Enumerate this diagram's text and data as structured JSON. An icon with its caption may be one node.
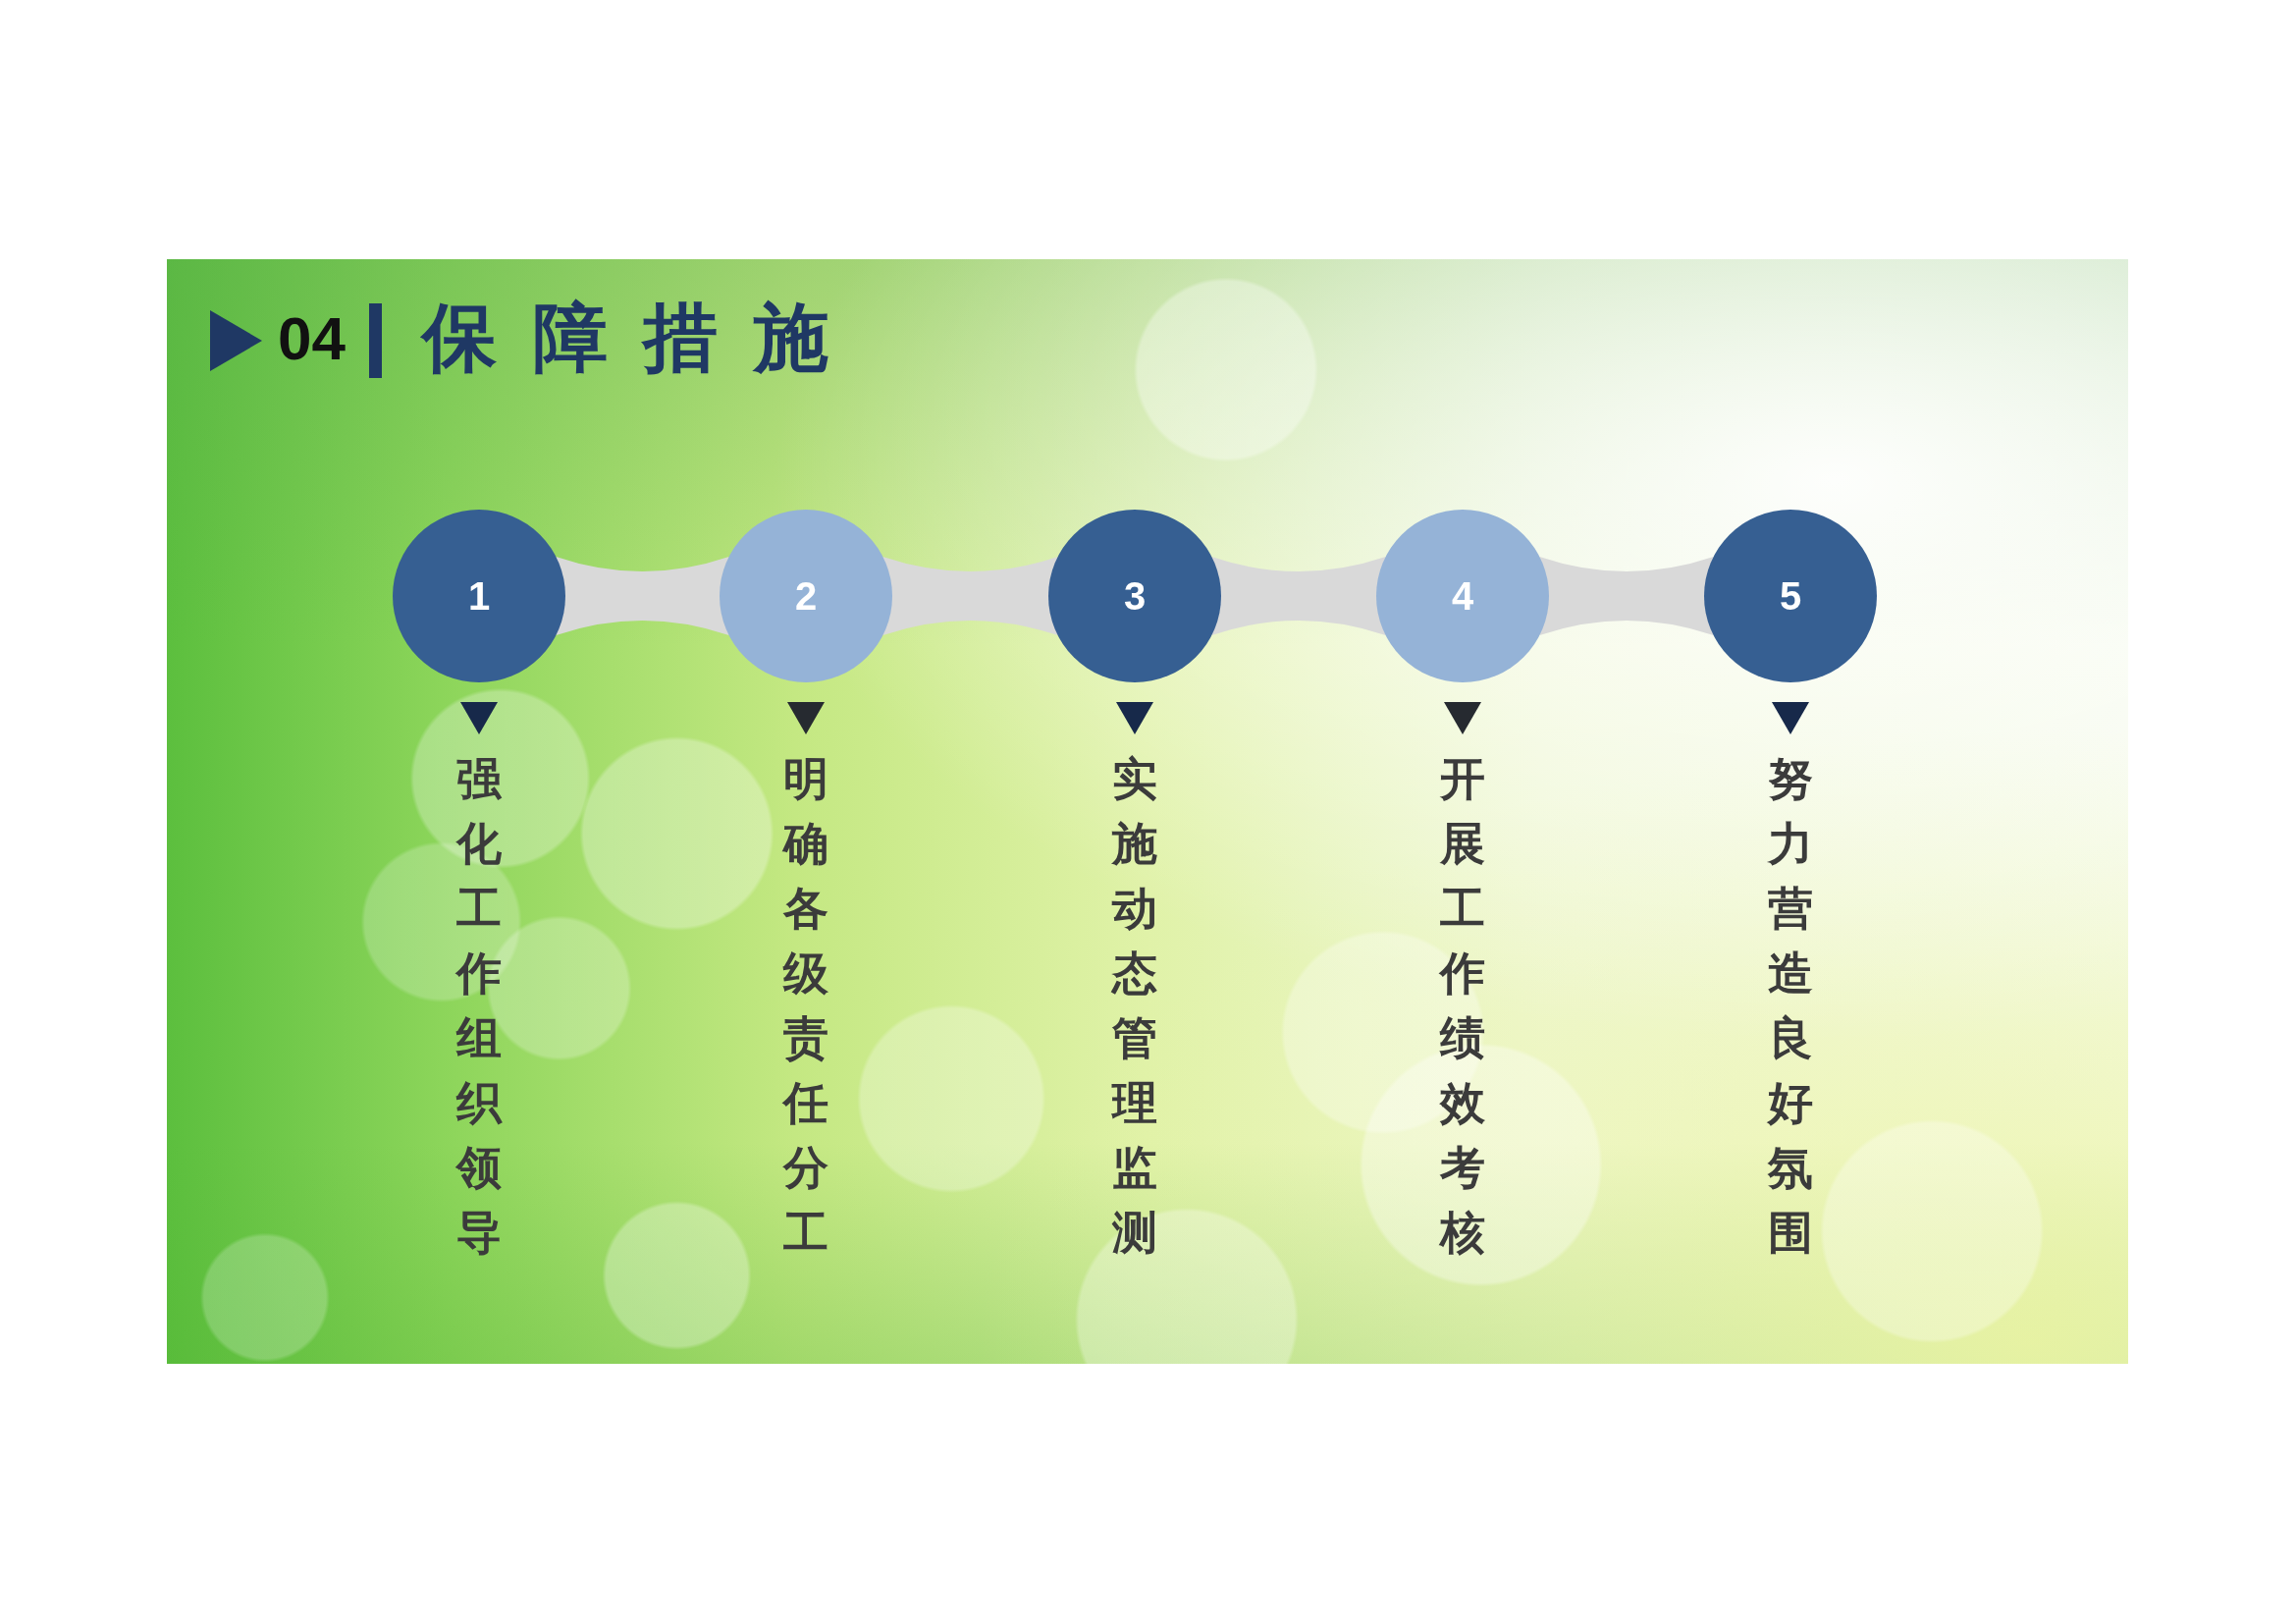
{
  "diagram": {
    "title": "保障措施",
    "nodes": [
      {
        "text": [
          "1"
        ],
        "beside": [
          "强化工作组织领导"
        ]
      },
      {
        "text": [
          "2"
        ],
        "beside": [
          "明确各级责任分工"
        ]
      },
      {
        "text": [
          "3"
        ],
        "beside": [
          "实施动态管理监测"
        ]
      },
      {
        "text": [
          "4"
        ],
        "beside": [
          "开展工作绩效考核"
        ]
      },
      {
        "text": [
          "5"
        ],
        "beside": [
          "努力营造良好氛围"
        ]
      }
    ],
    "edges": [
      {
        "from": 0,
        "to": 1,
        "arrow": "none"
      },
      {
        "from": 1,
        "to": 2,
        "arrow": "none"
      },
      {
        "from": 2,
        "to": 3,
        "arrow": "none"
      },
      {
        "from": 3,
        "to": 4,
        "arrow": "none"
      }
    ],
    "labels": [
      "04"
    ]
  }
}
